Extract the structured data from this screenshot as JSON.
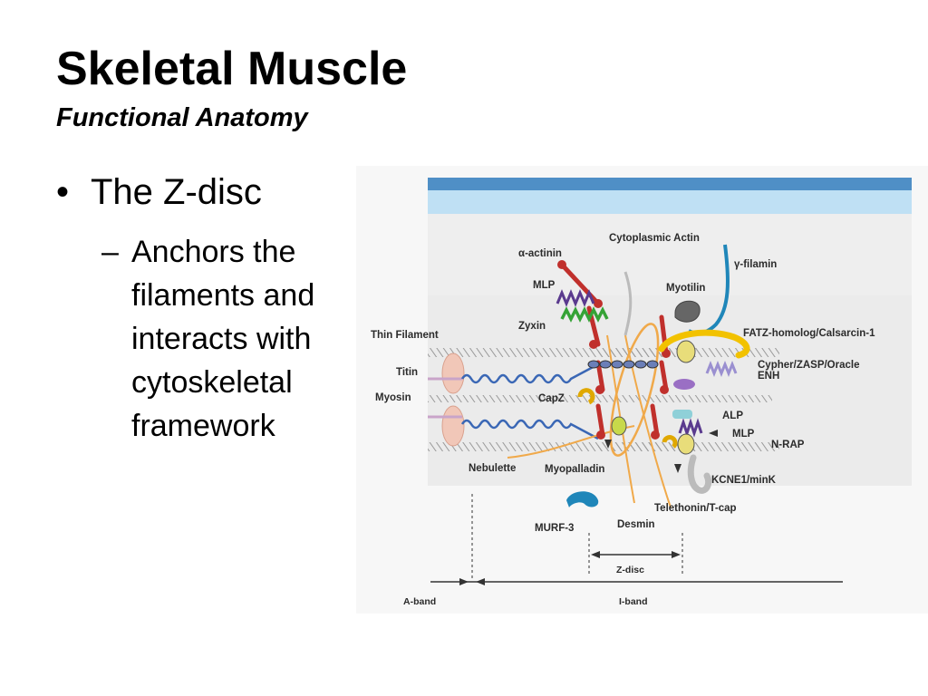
{
  "slide": {
    "title": "Skeletal Muscle",
    "subtitle": "Functional Anatomy",
    "bullet": "The Z-disc",
    "sub_dash": "–",
    "sub_text": "Anchors the filaments and interacts with cytoskeletal framework"
  },
  "figure": {
    "labels": {
      "cytoplasmic_actin": "Cytoplasmic Actin",
      "alpha_actinin": "α-actinin",
      "gamma_filamin": "γ-filamin",
      "mlp_top": "MLP",
      "myotilin": "Myotilin",
      "zyxin": "Zyxin",
      "thin_filament": "Thin Filament",
      "fatz": "FATZ-homolog/Calsarcin-1",
      "titin": "Titin",
      "cypher": "Cypher/ZASP/Oracle",
      "enh": "ENH",
      "myosin": "Myosin",
      "capz": "CapZ",
      "alp": "ALP",
      "mlp_bottom": "MLP",
      "nrap": "N-RAP",
      "nebulette": "Nebulette",
      "myopalladin": "Myopalladin",
      "kcne1": "KCNE1/minK",
      "telethonin": "Telethonin/T-cap",
      "murf3": "MURF-3",
      "desmin": "Desmin",
      "zdisc": "Z-disc",
      "aband": "A-band",
      "iband": "I-band"
    },
    "colors": {
      "membrane": "#8cc4e6",
      "alpha_actinin": "#c0302c",
      "titin": "#3a67b5",
      "gamma_filamin": "#1f86b9",
      "fatz": "#f2c200",
      "desmin": "#f0a94a",
      "mlp": "#5a3a8e",
      "zyxin": "#35a336",
      "murf3": "#1f86b9"
    }
  }
}
